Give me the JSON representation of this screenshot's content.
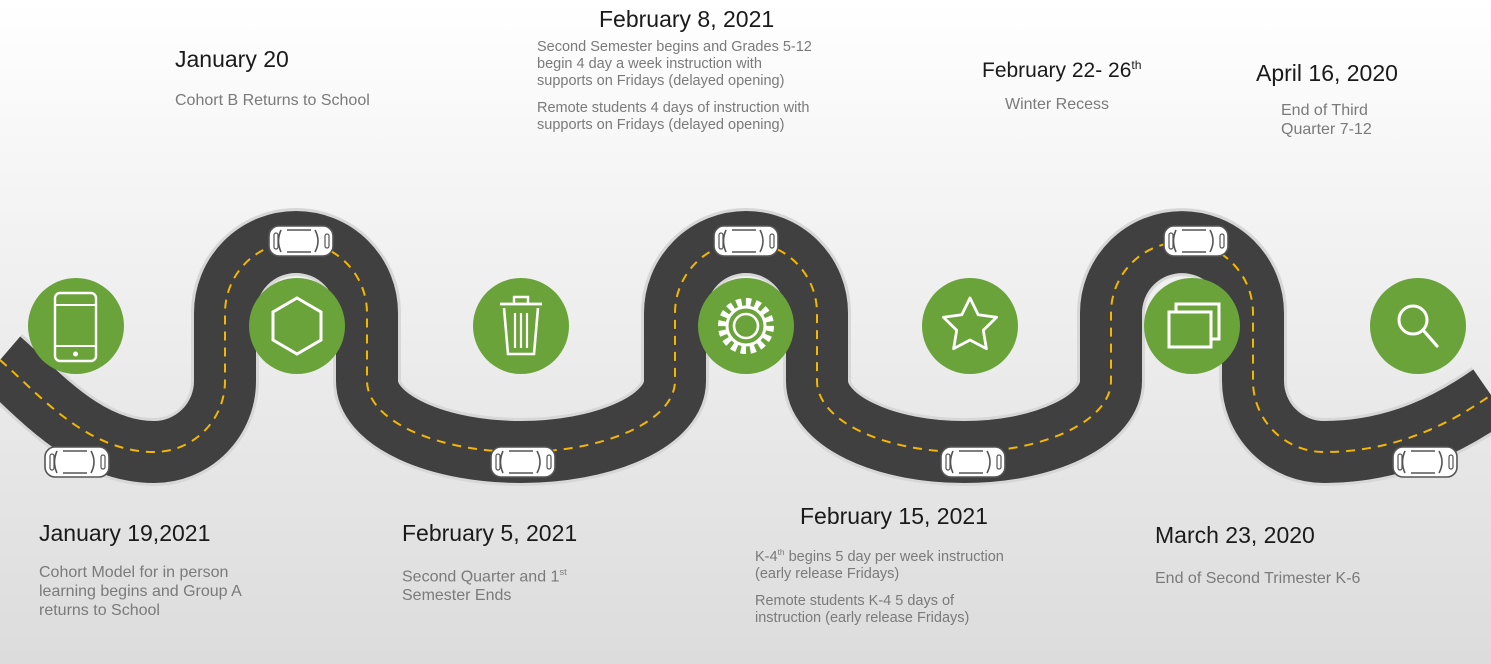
{
  "colors": {
    "road": "#404040",
    "road_edge": "#d7d7d7",
    "lane_dash": "#f2b704",
    "icon_circle": "#6aa33a",
    "icon_stroke": "#ffffff"
  },
  "milestones": [
    {
      "title": "January 19,2021",
      "description": [
        "Cohort Model  for in person",
        "learning begins  and Group A",
        "returns to School"
      ]
    },
    {
      "title": "January 20",
      "description": [
        "Cohort  B Returns to School"
      ]
    },
    {
      "title": "February 5, 2021",
      "description_line1": "Second Quarter and 1",
      "description_sup": "st",
      "description_line2": "Semester Ends"
    },
    {
      "title": "February 8, 2021",
      "paragraphs": [
        [
          "Second Semester begins and Grades 5-12",
          "begin 4 day a week instruction  with",
          "supports on Fridays (delayed opening)"
        ],
        [
          "Remote students  4 days of instruction with",
          "supports on Fridays (delayed opening)"
        ]
      ]
    },
    {
      "title": "February 15, 2021",
      "p1_prefix": "K-4",
      "p1_sup": "th",
      "p1_rest": "  begins 5 day per week instruction",
      "p1_line2": "(early release Fridays)",
      "p2": [
        "Remote students K-4  5 days of",
        "instruction  (early release Fridays)"
      ]
    },
    {
      "title_prefix": "February 22- 26",
      "title_sup": "th",
      "description": [
        "Winter Recess"
      ]
    },
    {
      "title": "March 23, 2020",
      "description": [
        "End of Second Trimester K-6"
      ]
    },
    {
      "title": "April 16, 2020",
      "description": [
        "End of Third",
        "Quarter 7-12"
      ]
    }
  ],
  "icons": [
    "tablet-icon",
    "hexagon-icon",
    "trash-icon",
    "gear-icon",
    "star-icon",
    "windows-icon",
    "search-icon"
  ]
}
